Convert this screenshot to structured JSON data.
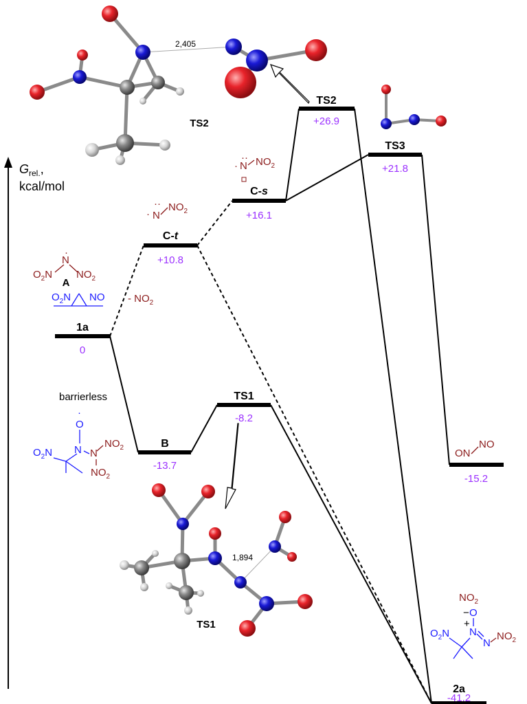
{
  "axis": {
    "y_symbol": "G",
    "y_subscript": "rel.",
    "y_suffix": ",",
    "y_unit": "kcal/mol"
  },
  "colors": {
    "value": "#9b30ff",
    "species_red": "#8b1a1a",
    "species_blue": "#1a1aff",
    "atom_oxygen": "#e8232a",
    "atom_nitrogen": "#1a1ad6",
    "atom_carbon": "#808080",
    "atom_hydrogen": "#d0d0d0"
  },
  "levels": [
    {
      "id": "1a",
      "name": "1a",
      "name_parts": [
        "1a"
      ],
      "value": "0",
      "g": 0
    },
    {
      "id": "B",
      "name": "B",
      "name_parts": [
        "B"
      ],
      "value": "-13.7",
      "g": -13.7
    },
    {
      "id": "TS1",
      "name": "TS1",
      "name_parts": [
        "TS1"
      ],
      "value": "-8.2",
      "g": -8.2
    },
    {
      "id": "Ct",
      "name": "C-t",
      "name_parts": [
        "C-",
        "t"
      ],
      "value": "+10.8",
      "g": 10.8
    },
    {
      "id": "Cs",
      "name": "C-s",
      "name_parts": [
        "C-",
        "s"
      ],
      "value": "+16.1",
      "g": 16.1
    },
    {
      "id": "TS2",
      "name": "TS2",
      "name_parts": [
        "TS2"
      ],
      "value": "+26.9",
      "g": 26.9
    },
    {
      "id": "TS3",
      "name": "TS3",
      "name_parts": [
        "TS3"
      ],
      "value": "+21.8",
      "g": 21.8
    },
    {
      "id": "ONNO",
      "name": "",
      "name_parts": [],
      "value": "-15.2",
      "g": -15.2
    },
    {
      "id": "2a",
      "name": "2a",
      "name_parts": [
        "2a"
      ],
      "value": "-41.2",
      "g": -41.2
    }
  ],
  "annotations": {
    "barrierless": "barrierless",
    "minus_no2": "- NO",
    "minus_no2_sub": "2"
  },
  "species": {
    "A_label": "A",
    "A_formula": "O2N-N(·)-NO2",
    "nitrene_Ct": "·N̈-NO2",
    "nitrene_Cs": "N̈(·)-NO2",
    "onno": "ON  NO",
    "nitro_1a": "O2N  NO",
    "B_formula": "O2N-C(Me2)-N(O·)-N(NO2)2",
    "2a_formula": "O2N-C(Me2)-N+(O-)=N-NO2"
  },
  "molecules": {
    "ts1_label": "TS1",
    "ts1_distance": "1,894",
    "ts2_label": "TS2",
    "ts2_distance": "2,405"
  }
}
